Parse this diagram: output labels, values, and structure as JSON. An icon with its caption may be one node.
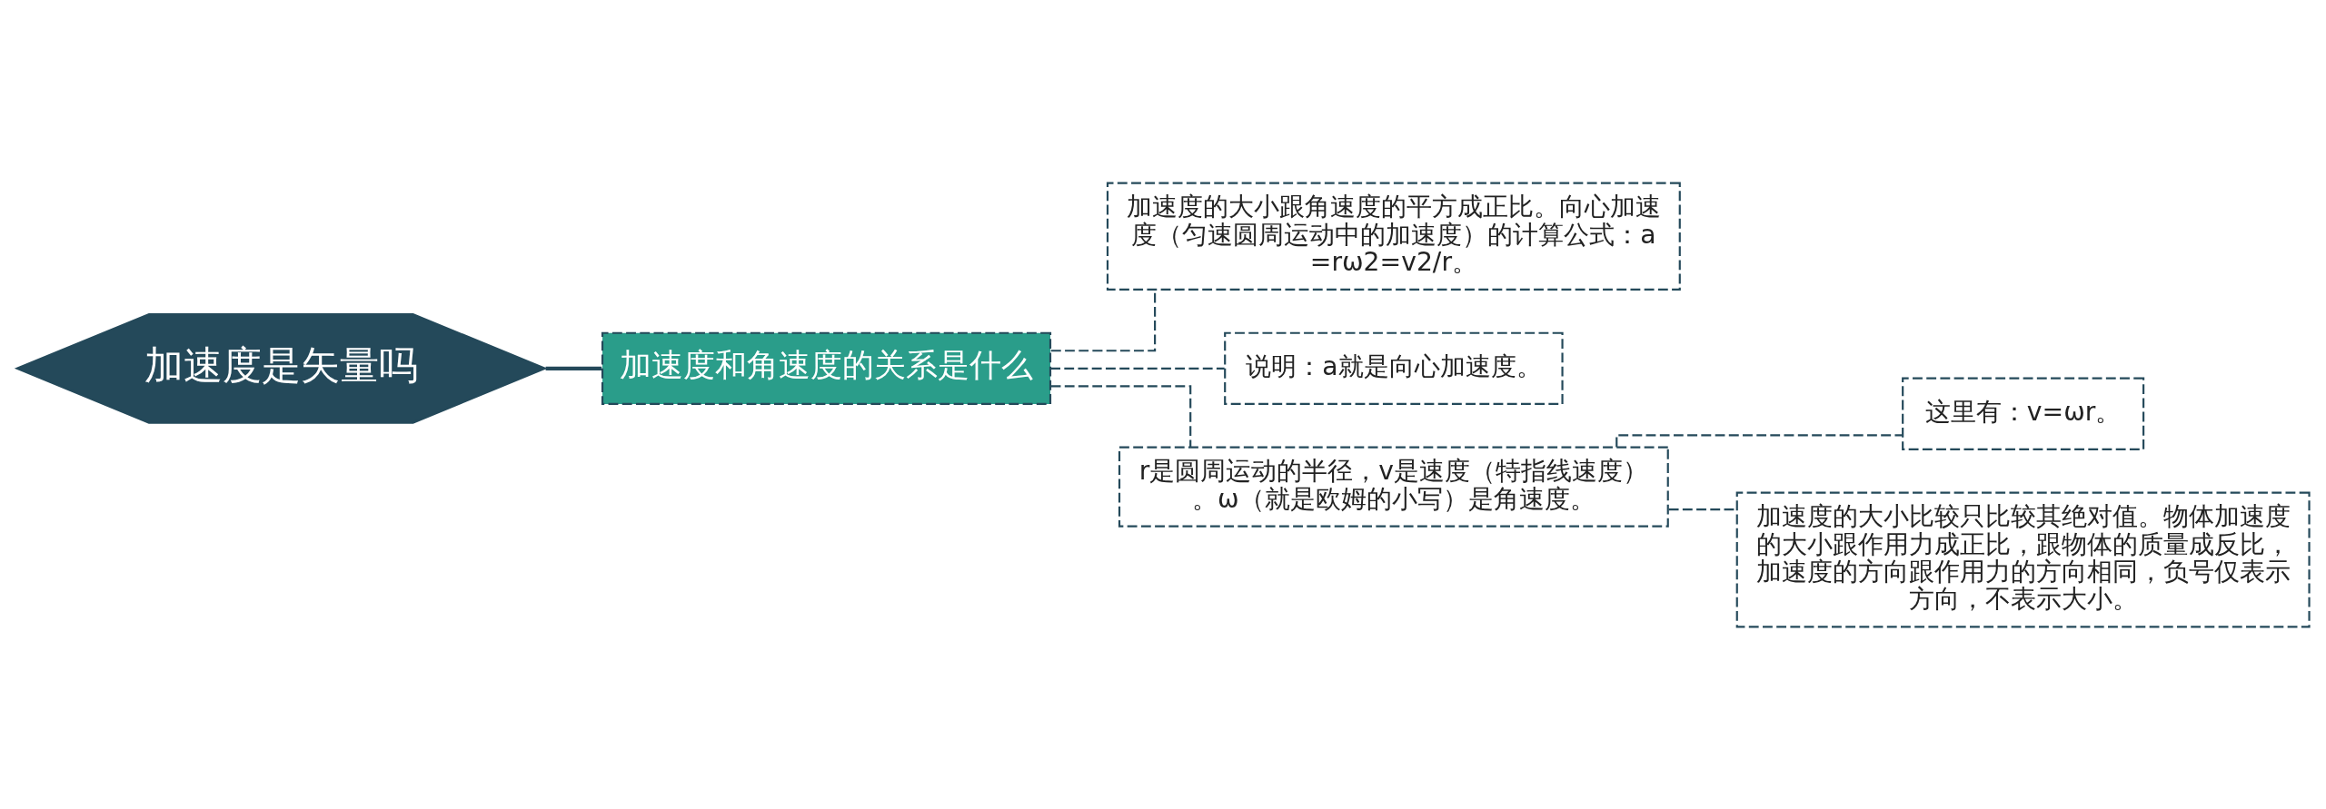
{
  "diagram": {
    "nodes": [
      {
        "text": [
          "加速度是矢量吗"
        ]
      },
      {
        "text": [
          "加速度和角速度的关系是什么"
        ]
      },
      {
        "text": [
          "加速度的大小跟角速度的平方成正比。向心加速度（匀速圆周运动中的加速度）的计算公式：a=rω2=v2/r。"
        ]
      },
      {
        "text": [
          "说明：a就是向心加速度。"
        ]
      },
      {
        "text": [
          "r是圆周运动的半径，v是速度（特指线速度）。ω（就是欧姆的小写）是角速度。"
        ]
      },
      {
        "text": [
          "这里有：v=ωr。"
        ]
      },
      {
        "text": [
          "加速度的大小比较只比较其绝对值。物体加速度的大小跟作用力成正比，跟物体的质量成反比，加速度的方向跟作用力的方向相同，负号仅表示方向，不表示大小。"
        ]
      }
    ],
    "edges": [
      {
        "from": 0,
        "to": 1,
        "arrow": "none"
      },
      {
        "from": 1,
        "to": 2,
        "arrow": "none",
        "style": "dashed"
      },
      {
        "from": 1,
        "to": 3,
        "arrow": "none",
        "style": "dashed"
      },
      {
        "from": 1,
        "to": 4,
        "arrow": "none",
        "style": "dashed"
      },
      {
        "from": 4,
        "to": 5,
        "arrow": "none",
        "style": "dashed"
      },
      {
        "from": 4,
        "to": 6,
        "arrow": "none",
        "style": "dashed"
      }
    ]
  }
}
